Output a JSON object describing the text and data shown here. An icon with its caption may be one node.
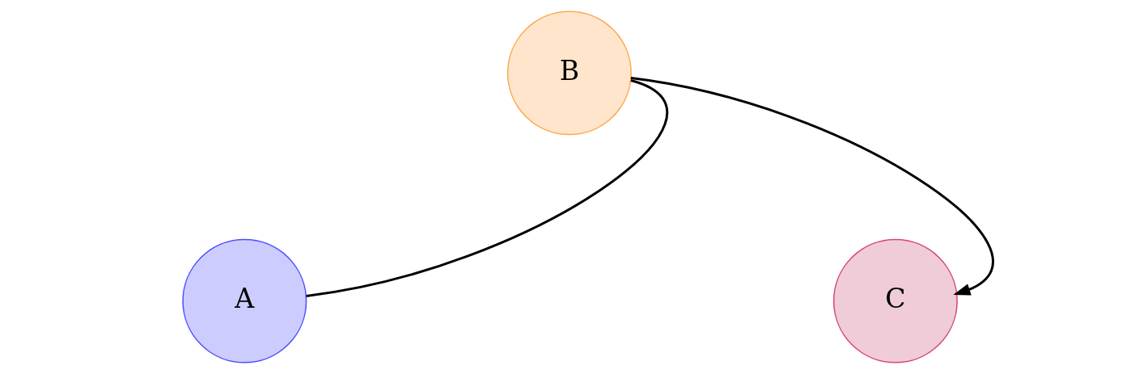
{
  "diagram": {
    "nodes": [
      {
        "text": [
          "A"
        ]
      },
      {
        "text": [
          "B"
        ]
      },
      {
        "text": [
          "C"
        ]
      }
    ],
    "edges": [
      {
        "from": 0,
        "to": 1,
        "arrow": "none"
      },
      {
        "from": 1,
        "to": 2,
        "arrow": "to"
      }
    ]
  }
}
